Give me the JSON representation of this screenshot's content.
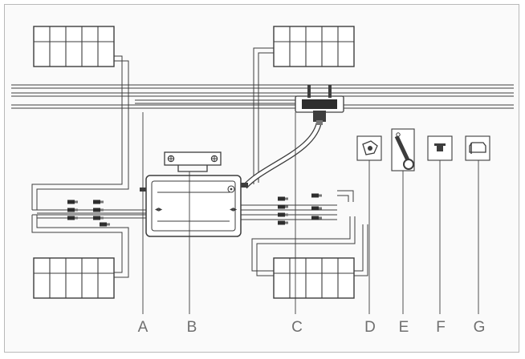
{
  "labels": {
    "a": "A",
    "b": "B",
    "c": "C",
    "d": "D",
    "e": "E",
    "f": "F",
    "g": "G"
  },
  "colors": {
    "ink": "#3d3d3d",
    "label": "#6f6f6f",
    "frame": "#b9b9b9"
  },
  "icons": [
    "solar-panel-icon",
    "microinverter-icon",
    "mounting-bracket-icon",
    "ac-trunk-cable-icon",
    "ac-end-cap-icon",
    "unlocking-tool-icon",
    "port-cap-icon",
    "disconnect-tool-icon"
  ]
}
